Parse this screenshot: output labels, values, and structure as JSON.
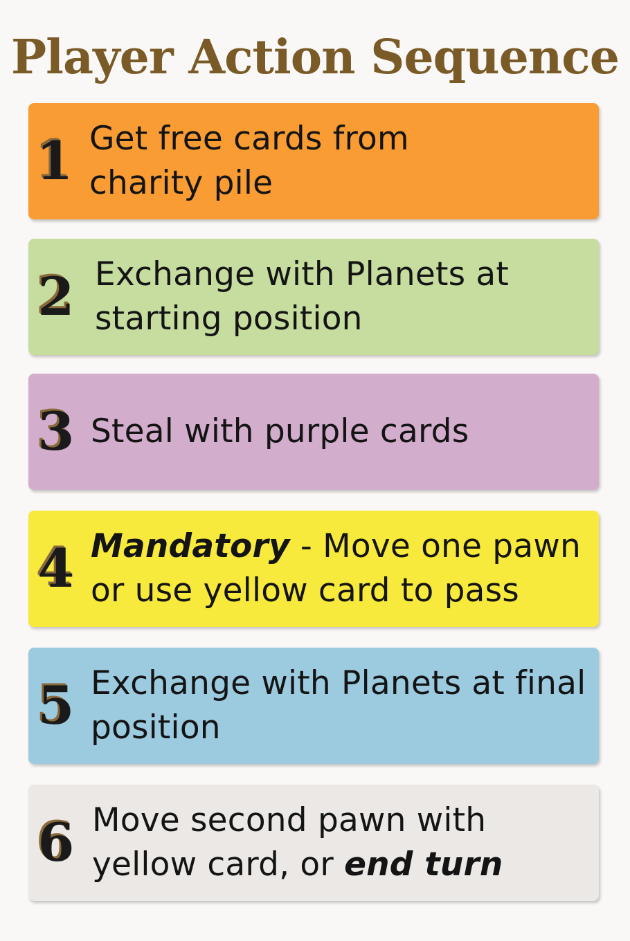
{
  "title": "Player Action Sequence",
  "steps": [
    {
      "number": "1",
      "lines": [
        "Get free cards from",
        "charity pile"
      ],
      "color": "#f89c33"
    },
    {
      "number": "2",
      "lines": [
        "Exchange with Planets at",
        "starting position"
      ],
      "color": "#c6dd9f"
    },
    {
      "number": "3",
      "lines": [
        "Steal with purple cards"
      ],
      "color": "#d2adcc"
    },
    {
      "number": "4",
      "line1_em": "Mandatory",
      "line1_rest": " - Move one pawn",
      "line2": "or use yellow card to pass",
      "color": "#f7ea3d"
    },
    {
      "number": "5",
      "lines": [
        "Exchange with Planets at final",
        "position"
      ],
      "color": "#9ccbe0"
    },
    {
      "number": "6",
      "line1": "Move second pawn with",
      "line2_plain": "yellow card, or ",
      "line2_em": "end turn",
      "color": "#ebe8e5"
    }
  ]
}
